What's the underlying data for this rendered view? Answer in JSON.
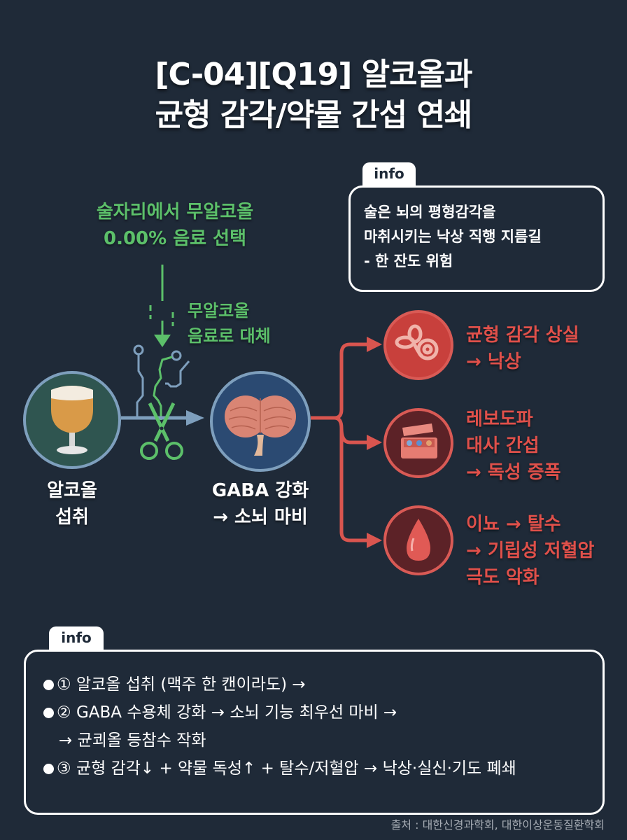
{
  "title": {
    "line1": "[C-04][Q19] 알코올과",
    "line2": "균형 감각/약물 간섭 연쇄"
  },
  "info_top": {
    "tab_label": "info",
    "lines": [
      "술은 뇌의 평형감각을",
      "마취시키는 낙상 직행 지름길",
      "- 한 잔도 위험"
    ]
  },
  "intervention": {
    "headline_line1": "술자리에서 무알코올",
    "headline_line2": "0.00% 음료 선택",
    "side_line1": "무알코올",
    "side_line2": "음료로 대체",
    "icon": "scissors-icon"
  },
  "nodes": {
    "alcohol": {
      "line1": "알코올",
      "line2": "섭취",
      "icon": "beer-glass-icon"
    },
    "brain": {
      "line1": "GABA 강화",
      "line2": "→ 소뇌 마비",
      "icon": "cerebellum-icon"
    }
  },
  "risks": [
    {
      "lines": [
        "균형 감각 상실",
        "→ 낙상"
      ],
      "icon": "inner-ear-icon"
    },
    {
      "lines": [
        "레보도파",
        "대사 간섭",
        "→ 독성 증폭"
      ],
      "icon": "pill-box-icon"
    },
    {
      "lines": [
        "이뇨 → 탈수",
        "→ 기립성 저혈압",
        "극도 악화"
      ],
      "icon": "blood-drop-icon"
    }
  ],
  "info_bottom": {
    "tab_label": "info",
    "items": [
      {
        "marker": "①",
        "text": "알코올 섭취 (맥주 한 캔이라도) →"
      },
      {
        "marker": "②",
        "text": "GABA 수용체 강화 → 소뇌 기능 최우선 마비 →",
        "continuation": "→ 균쾨올 등참수 작화"
      },
      {
        "marker": "③",
        "text": "균형 감각↓ + 약물 독성↑ + 탈수/저혈압 → 낙상·실신·기도 폐쇄"
      }
    ]
  },
  "source": "출처 : 대한신경과학회, 대한이상운동질환학회",
  "colors": {
    "background": "#1f2a38",
    "green": "#5cc06a",
    "red": "#e0504a",
    "blue_line": "#7e9fbd",
    "white": "#ffffff"
  }
}
